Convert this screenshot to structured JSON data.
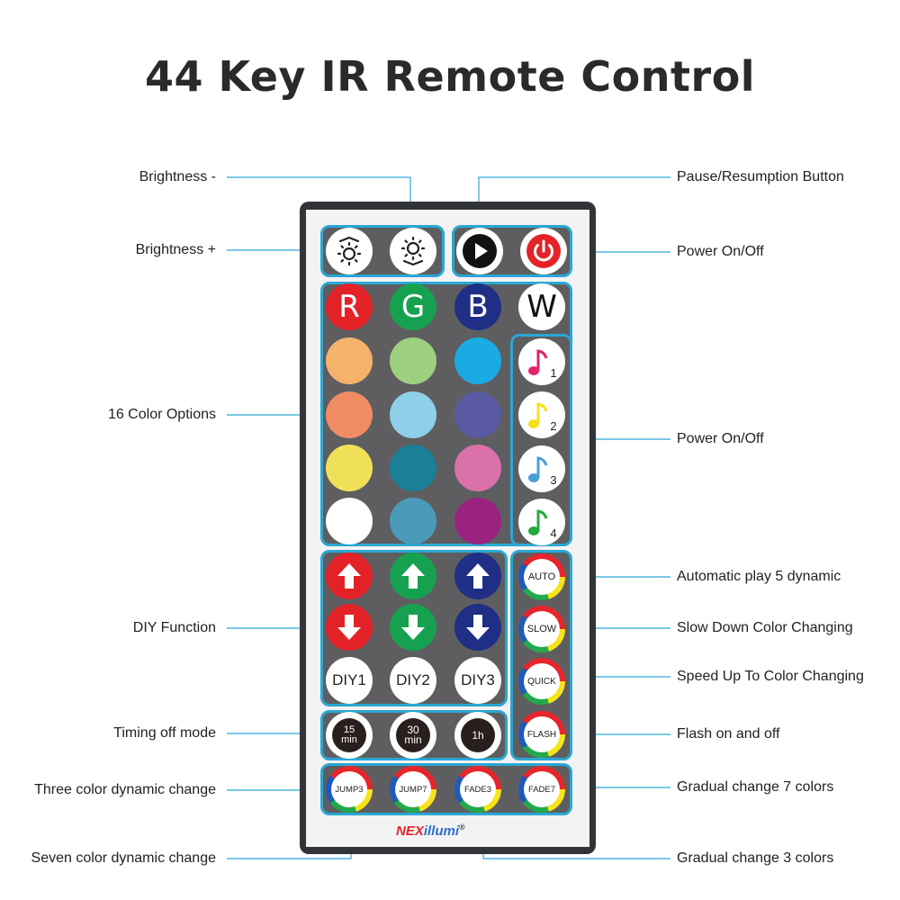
{
  "title": "44 Key IR Remote Control",
  "labels_left": {
    "brightness_minus": "Brightness -",
    "brightness_plus": "Brightness +",
    "color_options": "16 Color Options",
    "diy_function": "DIY Function",
    "timing_off": "Timing off mode",
    "three_color": "Three color dynamic change",
    "seven_color": "Seven color dynamic change"
  },
  "labels_right": {
    "pause": "Pause/Resumption Button",
    "power": "Power On/Off",
    "music": "Power On/Off",
    "auto_play": "Automatic play 5 dynamic",
    "slow": "Slow Down Color Changing",
    "quick": "Speed Up To Color Changing",
    "flash": "Flash on and off",
    "gradual7": "Gradual change 7 colors",
    "gradual3": "Gradual change 3 colors"
  },
  "buttons": {
    "rgbw": [
      "R",
      "G",
      "B",
      "W"
    ],
    "color_grid": [
      "#f4b26b",
      "#9dd07f",
      "#1aabe3",
      "#f08c63",
      "#8ecfe9",
      "#5a5aa3",
      "#f0e058",
      "#1c7f9a",
      "#d872a8",
      "#ffffff",
      "#4a9ab9",
      "#9a2280"
    ],
    "music": [
      "1",
      "2",
      "3",
      "4"
    ],
    "music_colors": [
      "#e0236b",
      "#f3e11b",
      "#4a9fd8",
      "#27a83f"
    ],
    "diy": [
      "DIY1",
      "DIY2",
      "DIY3"
    ],
    "timer": [
      {
        "top": "15",
        "bottom": "min"
      },
      {
        "top": "30",
        "bottom": "min"
      },
      {
        "top": "1h",
        "bottom": ""
      }
    ],
    "modes_right": [
      "AUTO",
      "SLOW",
      "QUICK",
      "FLASH"
    ],
    "modes_bottom": [
      "JUMP3",
      "JUMP7",
      "FADE3",
      "FADE7"
    ],
    "arrow_colors": [
      "#e32228",
      "#16a150",
      "#1f2f85"
    ]
  },
  "brand": {
    "name_part1": "NEX",
    "name_part2": "illumi",
    "mark": "®"
  },
  "colors": {
    "accent": "#2aa7d4",
    "panel": "#5e5e60",
    "body": "#333437"
  }
}
